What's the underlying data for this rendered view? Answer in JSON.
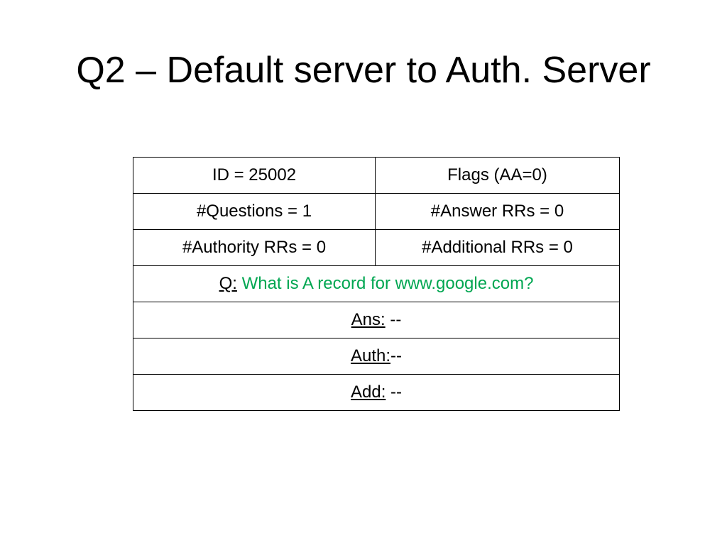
{
  "slide": {
    "title": "Q2 – Default server to Auth. Server"
  },
  "dns_message": {
    "header": [
      [
        "ID = 25002",
        "Flags (AA=0)"
      ],
      [
        "#Questions = 1",
        "#Answer RRs = 0"
      ],
      [
        "#Authority RRs = 0",
        "#Additional RRs = 0"
      ]
    ],
    "question": {
      "label": "Q:",
      "value": " What is A record for www.google.com?",
      "value_color": "#00a651"
    },
    "answer": {
      "label": "Ans:",
      "value": " --"
    },
    "authority": {
      "label": "Auth:",
      "value": "--"
    },
    "additional": {
      "label": "Add:",
      "value": " --"
    }
  }
}
